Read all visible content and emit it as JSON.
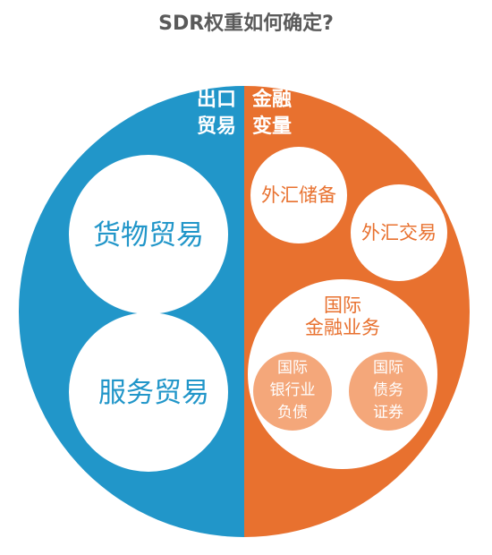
{
  "title": "SDR权重如何确定?",
  "colors": {
    "blue": "#2196c9",
    "orange": "#e8712f",
    "light_orange": "#f4a77a",
    "white": "#ffffff",
    "title": "#5a5a5a"
  },
  "left_half": {
    "heading_line1": "出口",
    "heading_line2": "贸易",
    "items": [
      "货物贸易",
      "服务贸易"
    ]
  },
  "right_half": {
    "heading_line1": "金融",
    "heading_line2": "变量",
    "items": [
      "外汇储备",
      "外汇交易"
    ],
    "international": {
      "line1": "国际",
      "line2": "金融业务",
      "sub_left": [
        "国际",
        "银行业",
        "负债"
      ],
      "sub_right": [
        "国际",
        "债务",
        "证券"
      ]
    }
  }
}
